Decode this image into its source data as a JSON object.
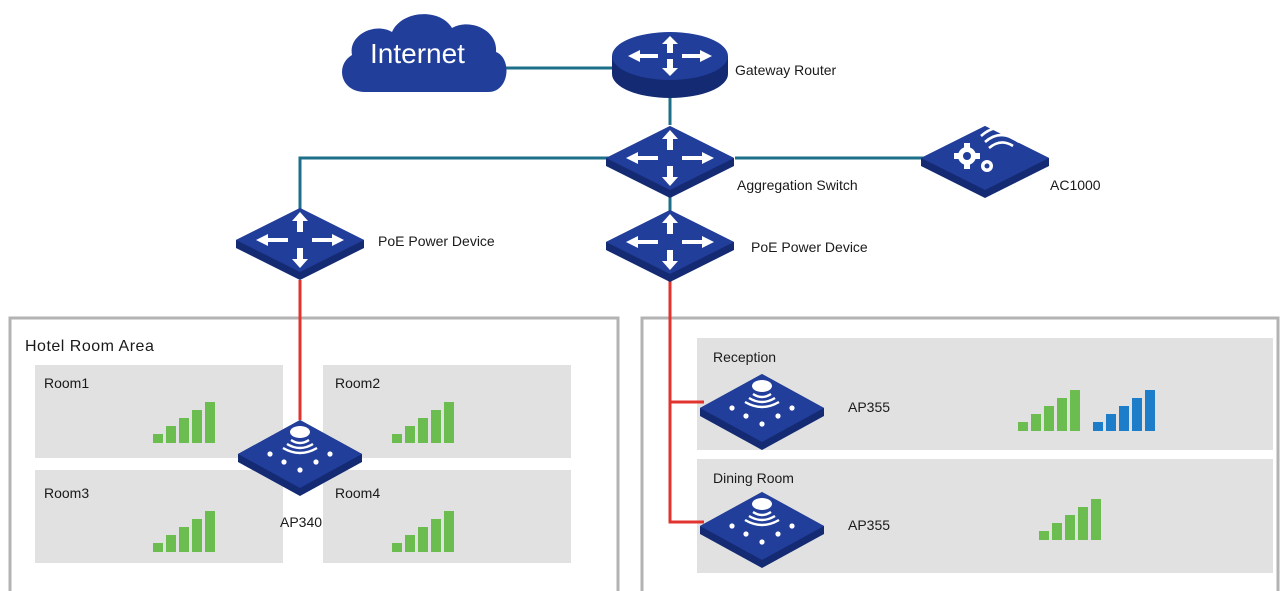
{
  "colors": {
    "device": "#213e9a",
    "device_side": "#142a73",
    "uplink": "#1e6f8a",
    "poe_link": "#e1332e",
    "area_border": "#b3b3b3",
    "room_fill": "#e1e1e1",
    "signal_green": "#6cbd4f",
    "signal_blue": "#1e7dc8"
  },
  "nodes": {
    "internet": "Internet",
    "gateway_router": "Gateway Router",
    "aggregation_switch": "Aggregation Switch",
    "ac1000": "AC1000",
    "poe_left": "PoE Power Device",
    "poe_right": "PoE Power Device",
    "ap340": "AP340",
    "ap355_reception": "AP355",
    "ap355_dining": "AP355"
  },
  "areas": {
    "hotel_room_area": "Hotel Room Area",
    "rooms": [
      "Room1",
      "Room2",
      "Room3",
      "Room4"
    ],
    "reception": "Reception",
    "dining_room": "Dining Room"
  },
  "icons": {
    "cloud": "cloud-icon",
    "router": "router-icon",
    "switch": "switch-icon",
    "controller": "controller-gear-wifi-icon",
    "access_point": "access-point-icon",
    "signal": "signal-bars-icon"
  }
}
